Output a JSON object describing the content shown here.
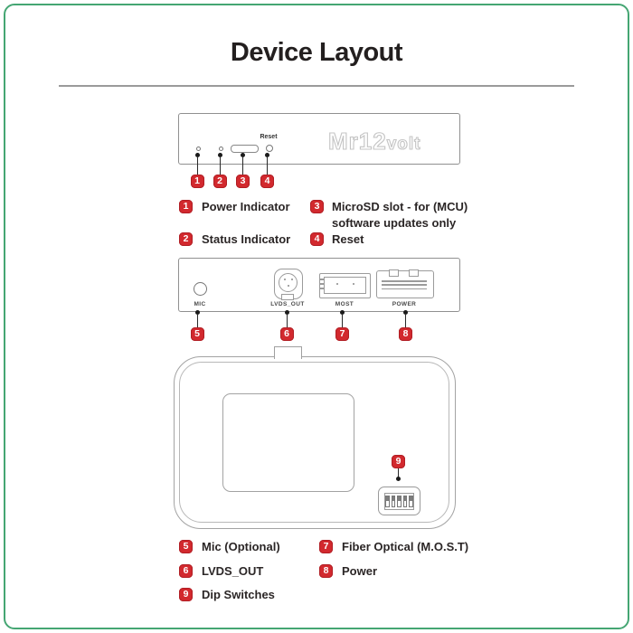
{
  "title": "Device Layout",
  "colors": {
    "frame_green": "#45a673",
    "badge_red": "#d2292e",
    "divider_gray": "#9a9a9a"
  },
  "front_panel": {
    "reset_label": "Reset",
    "logo": {
      "main": "Mr12",
      "sub": "volt"
    },
    "callouts": [
      "1",
      "2",
      "3",
      "4"
    ]
  },
  "connector_panel": {
    "mic_label": "MIC",
    "lvds_label": "LVDS_OUT",
    "most_label": "MOST",
    "power_label": "POWER",
    "callouts": [
      "5",
      "6",
      "7",
      "8"
    ]
  },
  "top_view": {
    "callout": "9"
  },
  "legend_top": {
    "items": [
      {
        "num": "1",
        "label": "Power Indicator"
      },
      {
        "num": "2",
        "label": "Status Indicator"
      },
      {
        "num": "3",
        "label": "MicroSD slot - for (MCU)\nsoftware updates only"
      },
      {
        "num": "4",
        "label": "Reset"
      }
    ]
  },
  "legend_bottom": {
    "items": [
      {
        "num": "5",
        "label": "Mic (Optional)"
      },
      {
        "num": "6",
        "label": "LVDS_OUT"
      },
      {
        "num": "9",
        "label": "Dip Switches"
      },
      {
        "num": "7",
        "label": "Fiber Optical (M.O.S.T)"
      },
      {
        "num": "8",
        "label": "Power"
      }
    ]
  }
}
